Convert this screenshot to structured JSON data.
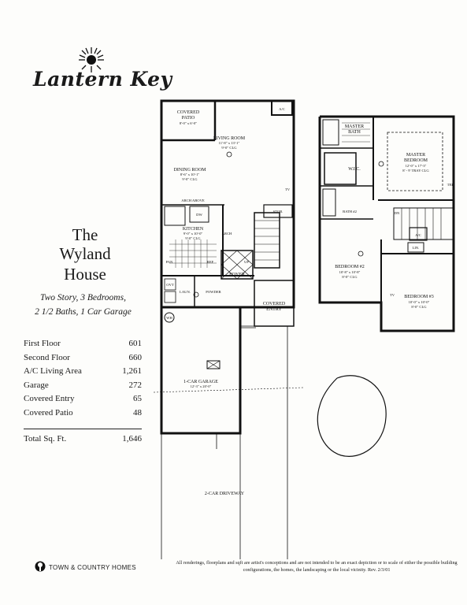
{
  "brand": {
    "logo_text": "Lantern Key",
    "builder": "TOWN & COUNTRY HOMES"
  },
  "house": {
    "name_line1": "The",
    "name_line2": "Wyland",
    "name_line3": "House",
    "subtitle_line1": "Two Story, 3 Bedrooms,",
    "subtitle_line2": "2 1/2 Baths, 1 Car Garage"
  },
  "stats": [
    {
      "label": "First Floor",
      "value": "601"
    },
    {
      "label": "Second Floor",
      "value": "660"
    },
    {
      "label": "A/C Living Area",
      "value": "1,261"
    },
    {
      "label": "Garage",
      "value": "272"
    },
    {
      "label": "Covered Entry",
      "value": "65"
    },
    {
      "label": "Covered Patio",
      "value": "48"
    }
  ],
  "total": {
    "label": "Total Sq. Ft.",
    "value": "1,646"
  },
  "first_floor": {
    "covered_patio": {
      "name": "COVERED",
      "name2": "PATIO",
      "dims": "8'-0\" x 6'-0\""
    },
    "ac": "A/C",
    "living_room": {
      "name": "LIVING ROOM",
      "dims": "11'-8\" x 13'-1\"",
      "clg": "9'-0\" CLG"
    },
    "dining_room": {
      "name": "DINING ROOM",
      "dims": "8'-6\" x 10'-1\"",
      "clg": "9'-0\" CLG"
    },
    "tv": "TV",
    "arch_above": "ARCH ABOVE",
    "dw": "DW",
    "kitchen": {
      "name": "KITCHEN",
      "dims": "9'-0\" x 10'-0\"",
      "clg": "9'-0\" CLG"
    },
    "stor": "STOR.",
    "up": "UP",
    "pan": "PAN",
    "ref": "REF",
    "arch": "ARCH",
    "foyer": "FOYER",
    "ovt": "OVT",
    "laun": "LAUN.",
    "powder": "POWDER",
    "covered_entry": {
      "name": "COVERED",
      "name2": "ENTRY"
    },
    "wh": "WH",
    "garage": {
      "name": "1-CAR GARAGE",
      "dims": "12'-3\" x 20'-0\""
    },
    "driveway": "2-CAR DRIVEWAY"
  },
  "second_floor": {
    "master_bath": {
      "name": "MASTER",
      "name2": "BATH"
    },
    "master_bedroom": {
      "name": "MASTER",
      "name2": "BEDROOM",
      "dims": "12'-0\" x 17'-3\"",
      "clg": "8' - 9' TRAY CLG"
    },
    "wic": "W.I.C.",
    "bath2": "BATH #2",
    "dn": "DN",
    "tel": "TEL",
    "ac": "A/C",
    "lin": "LIN.",
    "bedroom2": {
      "name": "BEDROOM #2",
      "dims": "10'-8\" x 10'-8\"",
      "clg": "8'-0\" CLG"
    },
    "bedroom3": {
      "name": "BEDROOM #3",
      "dims": "10'-0\" x 10'-0\"",
      "clg": "8'-0\" CLG"
    },
    "tv": "TV"
  },
  "disclaimer_line1": "All renderings, floorplans and sqft are artist's conceptions and are not intended to be an exact depiction or to scale of either the possible building",
  "disclaimer_line2": "configurations, the homes, the landscaping or the local vicinity. Rev. 2/3/01",
  "colors": {
    "ink": "#1a1a1a",
    "paper": "#fdfdfb"
  }
}
